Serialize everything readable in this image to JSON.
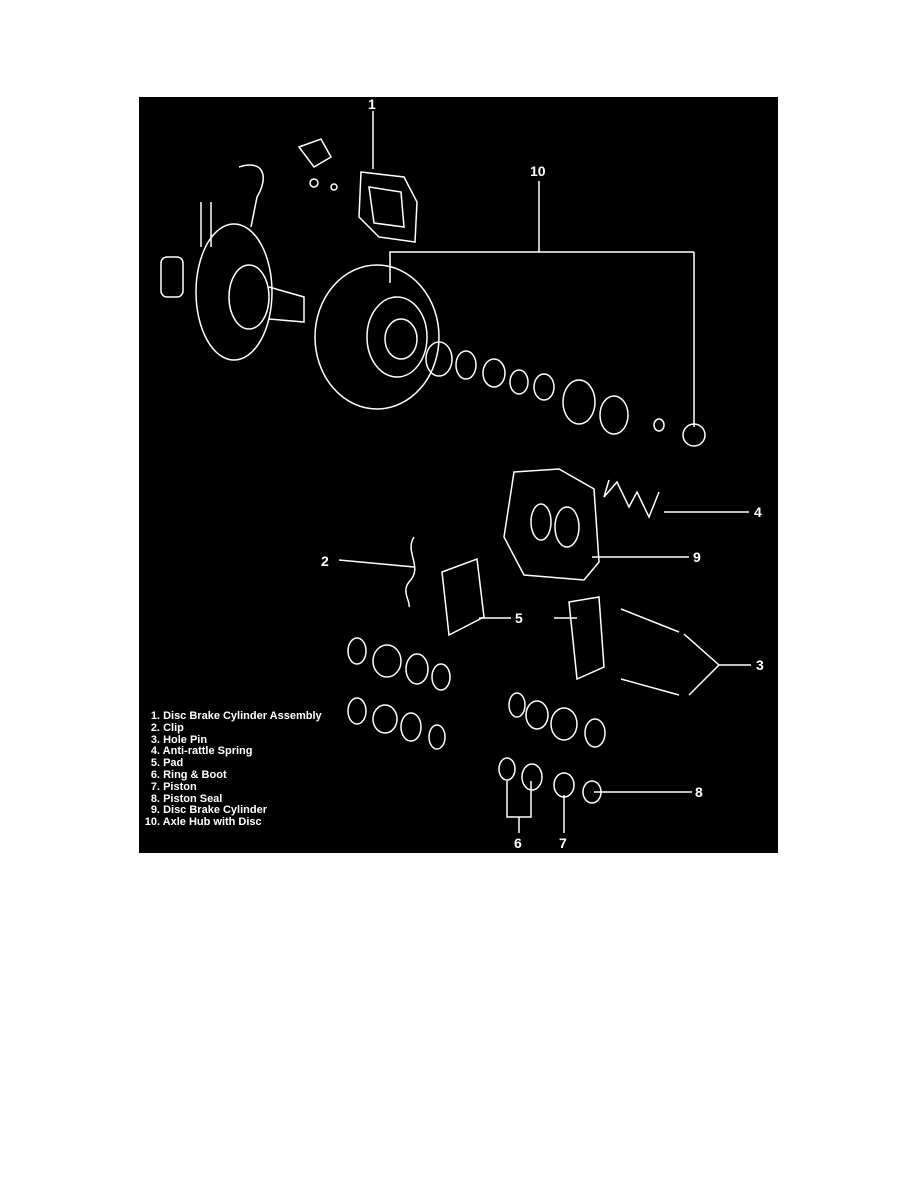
{
  "colors": {
    "background": "#ffffff",
    "figure_background": "#000000",
    "ink": "#ffffff"
  },
  "callouts": {
    "c1": "1",
    "c2": "2",
    "c3": "3",
    "c4": "4",
    "c5": "5",
    "c6": "6",
    "c7": "7",
    "c8": "8",
    "c9": "9",
    "c10": "10"
  },
  "legend": [
    {
      "num": "1.",
      "label": "Disc Brake Cylinder Assembly"
    },
    {
      "num": "2.",
      "label": "Clip"
    },
    {
      "num": "3.",
      "label": "Hole Pin"
    },
    {
      "num": "4.",
      "label": "Anti-rattle Spring"
    },
    {
      "num": "5.",
      "label": "Pad"
    },
    {
      "num": "6.",
      "label": "Ring & Boot"
    },
    {
      "num": "7.",
      "label": "Piston"
    },
    {
      "num": "8.",
      "label": "Piston Seal"
    },
    {
      "num": "9.",
      "label": "Disc Brake Cylinder"
    },
    {
      "num": "10.",
      "label": "Axle Hub with Disc"
    }
  ]
}
